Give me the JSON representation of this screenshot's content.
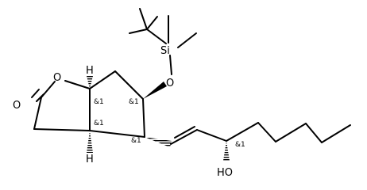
{
  "atoms": {
    "o_carbonyl": "O",
    "o_ring": "O",
    "o_silyl": "O",
    "si": "Si",
    "h_top": "H",
    "h_bottom": "H",
    "hydroxyl": "HO"
  },
  "stereo_labels": {
    "c6a": "&1",
    "c3a": "&1",
    "c5": "&1",
    "c4": "&1",
    "c_oh": "&1"
  }
}
